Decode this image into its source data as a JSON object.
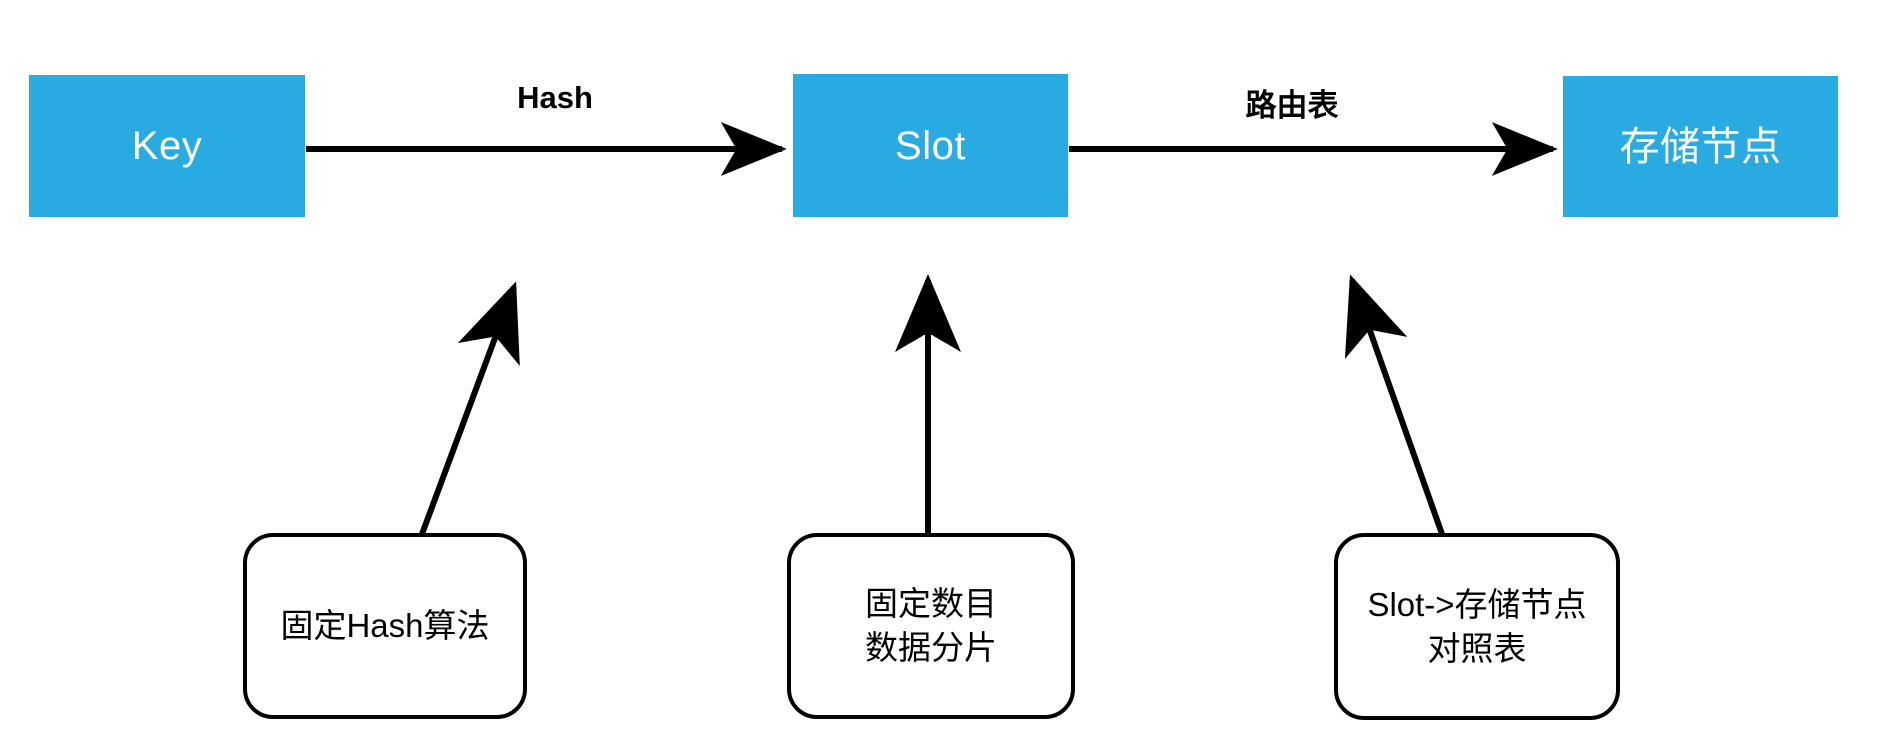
{
  "diagram": {
    "title": "Key to Slot to Storage Node routing flow",
    "colors": {
      "node_fill": "#29ABE2",
      "node_text": "#FFFFFF",
      "stroke": "#000000",
      "background": "#FFFFFF"
    },
    "nodes": [
      {
        "id": "key",
        "label": "Key",
        "shape": "rectangle"
      },
      {
        "id": "slot",
        "label": "Slot",
        "shape": "rectangle"
      },
      {
        "id": "store",
        "label": "存储节点",
        "shape": "rectangle"
      }
    ],
    "edges": [
      {
        "id": "key-to-slot",
        "from": "key",
        "to": "slot",
        "label": "Hash",
        "bold": true,
        "direction": "right"
      },
      {
        "id": "slot-to-store",
        "from": "slot",
        "to": "store",
        "label": "路由表",
        "bold": true,
        "direction": "right"
      }
    ],
    "notes": [
      {
        "id": "note-hash",
        "target": "key-to-slot",
        "shape": "rounded-rectangle",
        "lines": [
          "固定Hash算法"
        ]
      },
      {
        "id": "note-slot",
        "target": "slot",
        "shape": "rounded-rectangle",
        "lines": [
          "固定数目",
          "数据分片"
        ]
      },
      {
        "id": "note-route",
        "target": "slot-to-store",
        "shape": "rounded-rectangle",
        "lines": [
          "Slot->存储节点",
          "对照表"
        ]
      }
    ],
    "connectors": [
      {
        "id": "note-hash-connector",
        "from": "note-hash",
        "to": "key-to-slot-arrow",
        "style": "arrow-up-diagonal-right"
      },
      {
        "id": "note-slot-connector",
        "from": "note-slot",
        "to": "slot",
        "style": "arrow-up-vertical"
      },
      {
        "id": "note-route-connector",
        "from": "note-route",
        "to": "slot-to-store-arrow",
        "style": "arrow-up-diagonal-left"
      }
    ]
  }
}
